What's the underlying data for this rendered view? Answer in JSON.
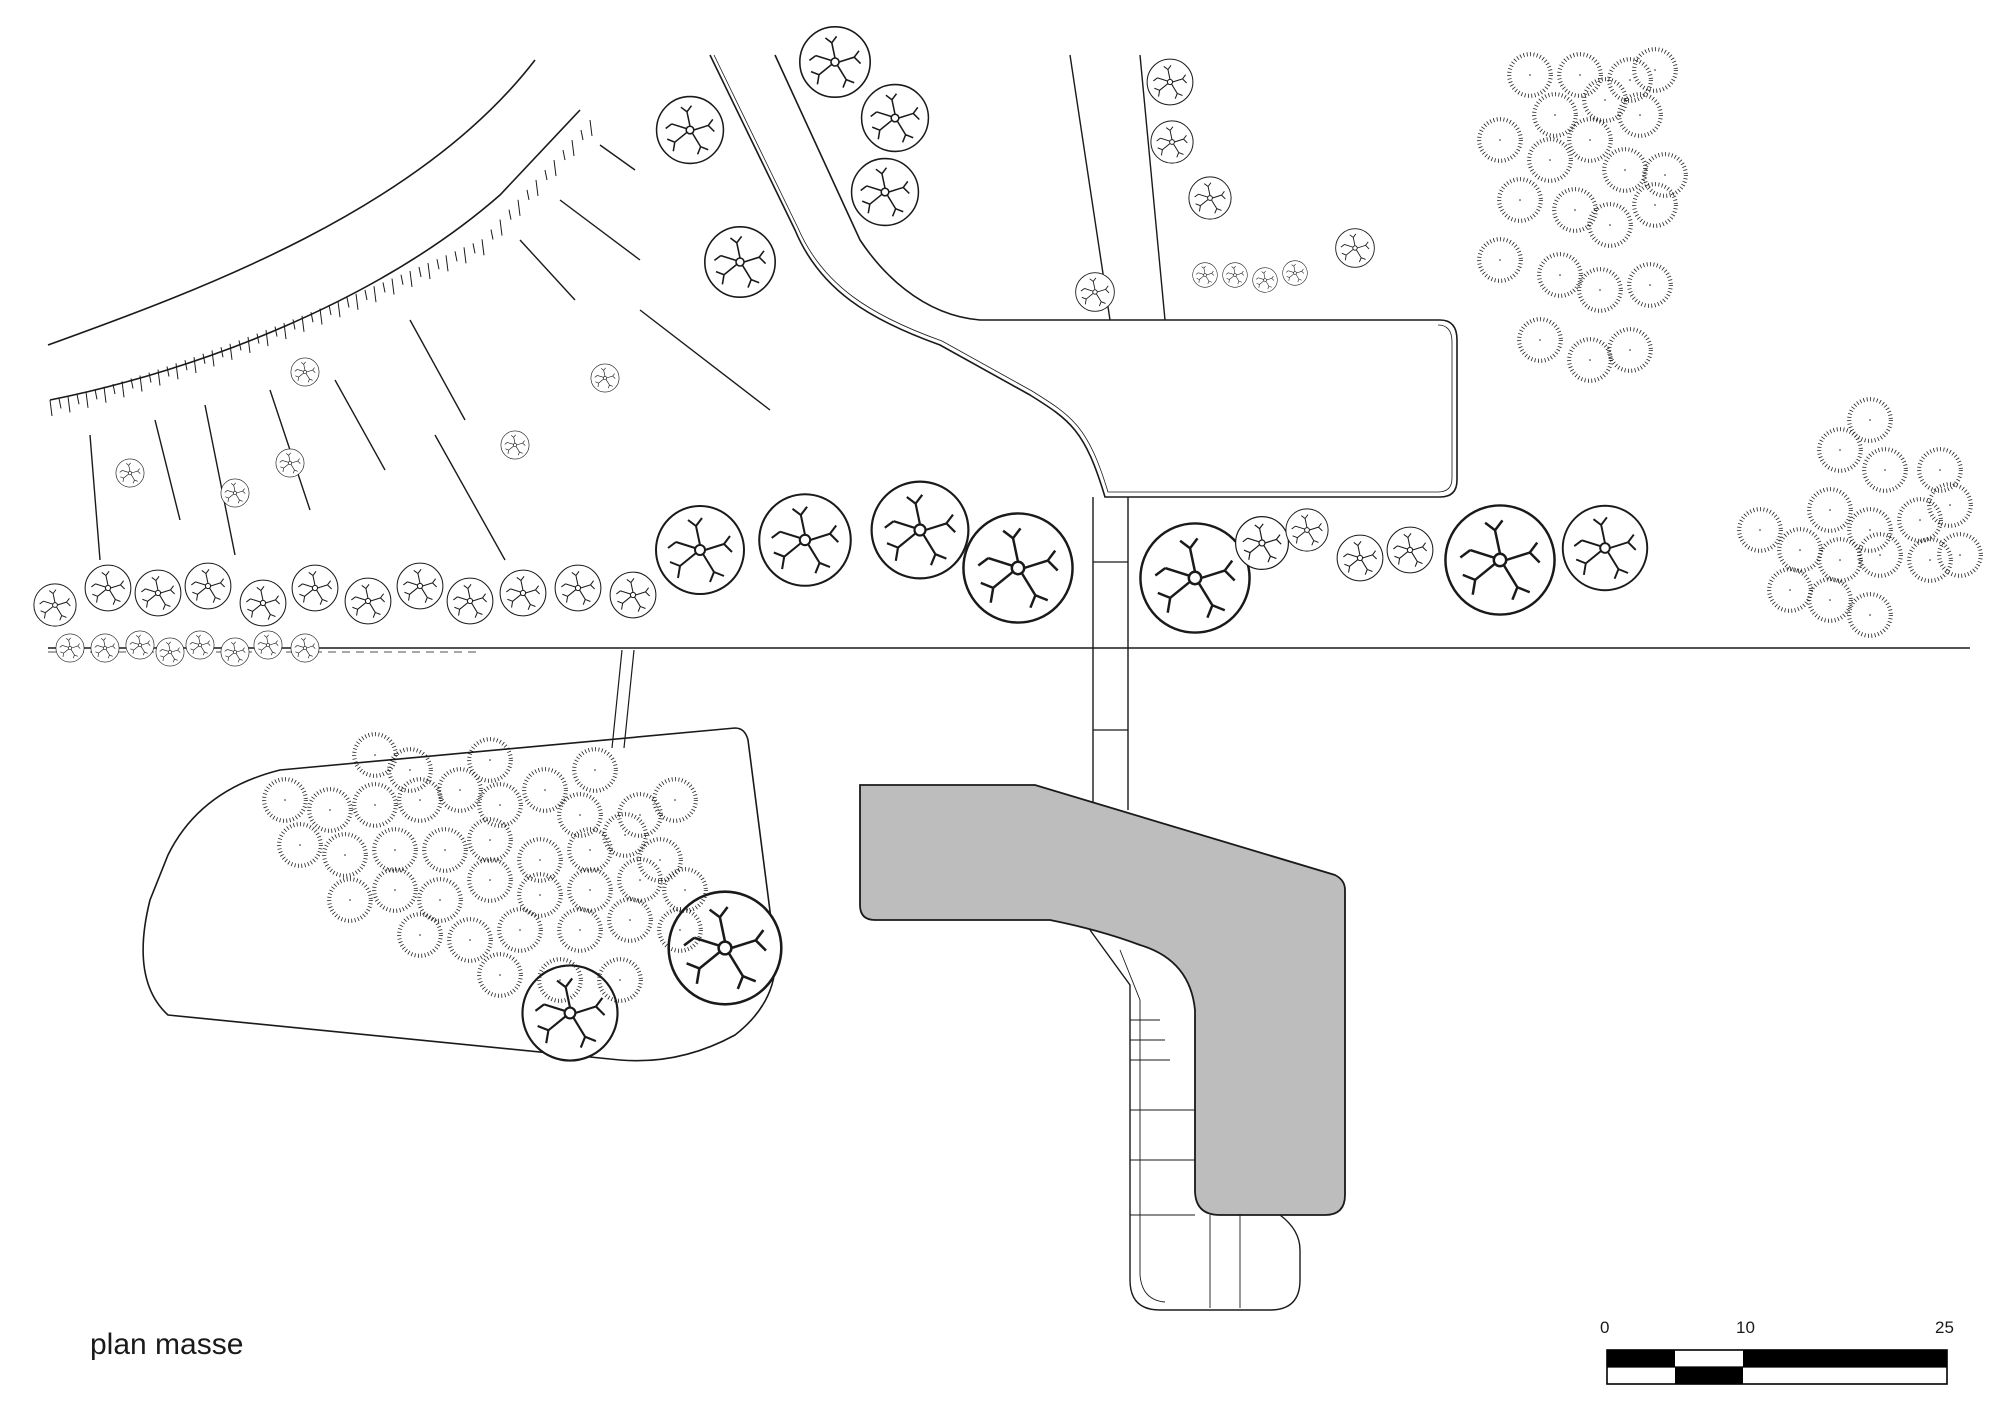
{
  "title": "plan masse",
  "scale_bar": {
    "labels": [
      "0",
      "10",
      "25"
    ],
    "ticks": [
      0,
      10,
      25
    ],
    "fill_color": "#000000"
  },
  "colors": {
    "line": "#1a1a1a",
    "building_fill": "#bdbdbd",
    "background": "#ffffff"
  },
  "legend_icons": [
    "deciduous-tree-icon",
    "dashed-tree-icon"
  ]
}
